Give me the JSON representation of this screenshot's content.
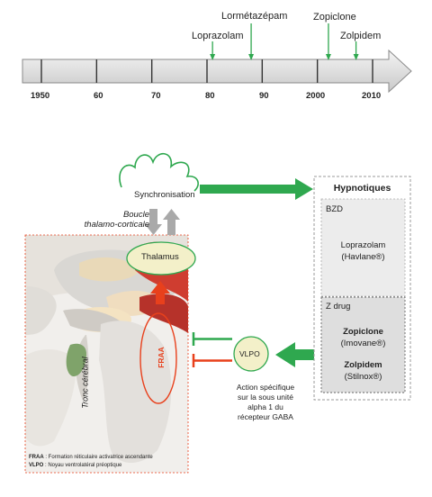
{
  "timeline": {
    "drugs": [
      {
        "name": "Loprazolam",
        "year": 1981
      },
      {
        "name": "Lormétazépam",
        "year": 1988
      },
      {
        "name": "Zopiclone",
        "year": 2002
      },
      {
        "name": "Zolpidem",
        "year": 2007
      }
    ],
    "ticks": [
      "1950",
      "60",
      "70",
      "80",
      "90",
      "2000",
      "2010"
    ]
  },
  "labels": {
    "synchronisation": "Synchronisation",
    "boucle": "Boucle\nthalamo-corticale",
    "thalamus": "Thalamus",
    "fraa": "FRAA",
    "tronc": "Tronc cérébral",
    "vlpo": "VLPO",
    "action": "Action spécifique\nsur la sous unité\nalpha 1 du\nrécepteur GABA"
  },
  "hypnotiques": {
    "title": "Hypnotiques",
    "bzd": {
      "label": "BZD",
      "drug": "Loprazolam",
      "brand": "(Havlane®)"
    },
    "zdrug": {
      "label": "Z drug",
      "items": [
        {
          "drug": "Zopiclone",
          "brand": "(Imovane®)"
        },
        {
          "drug": "Zolpidem",
          "brand": "(Stilnox®)"
        }
      ]
    }
  },
  "legend": {
    "fraa_abbr": "FRAA",
    "fraa_def": " : Formation réticulaire activatrice  ascendante",
    "vlpo_abbr": "VLPO",
    "vlpo_def": " : Noyau ventrolatéral préoptique"
  },
  "colors": {
    "green": "#2fa84f",
    "red": "#e8401c",
    "gray_arrow": "#a9a9a9",
    "thalamus_fill": "#f3f0c9",
    "bzd_fill": "#ececec",
    "zdrug_fill": "#dedede"
  }
}
